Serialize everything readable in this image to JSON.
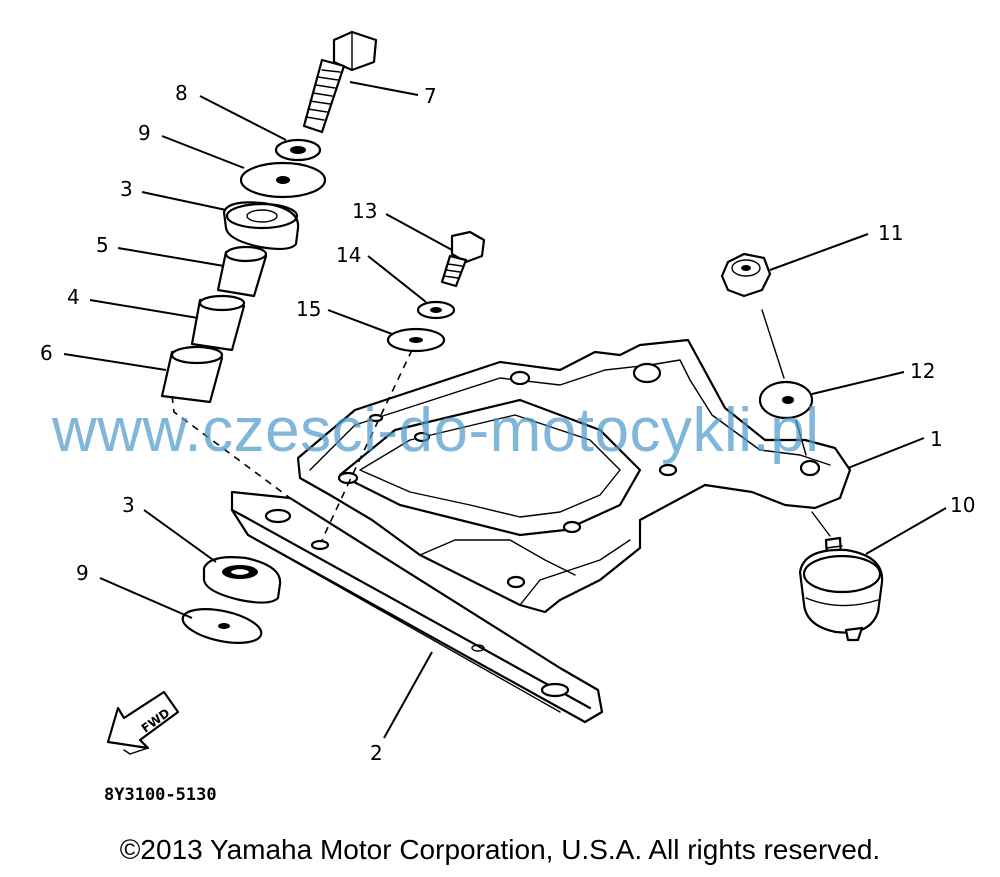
{
  "callouts": {
    "c7": "7",
    "c8": "8",
    "c9a": "9",
    "c3a": "3",
    "c5": "5",
    "c4": "4",
    "c6": "6",
    "c13": "13",
    "c14": "14",
    "c15": "15",
    "c11": "11",
    "c12": "12",
    "c1": "1",
    "c10": "10",
    "c3b": "3",
    "c9b": "9",
    "c2": "2"
  },
  "fwd_label": "FWD",
  "part_number": "8Y3100-5130",
  "watermark": "www.czesci-do-motocykli.pl",
  "copyright": "©2013 Yamaha Motor Corporation, U.S.A. All rights reserved.",
  "colors": {
    "line": "#000000",
    "watermark": "#4f9bcb",
    "background": "#ffffff"
  }
}
